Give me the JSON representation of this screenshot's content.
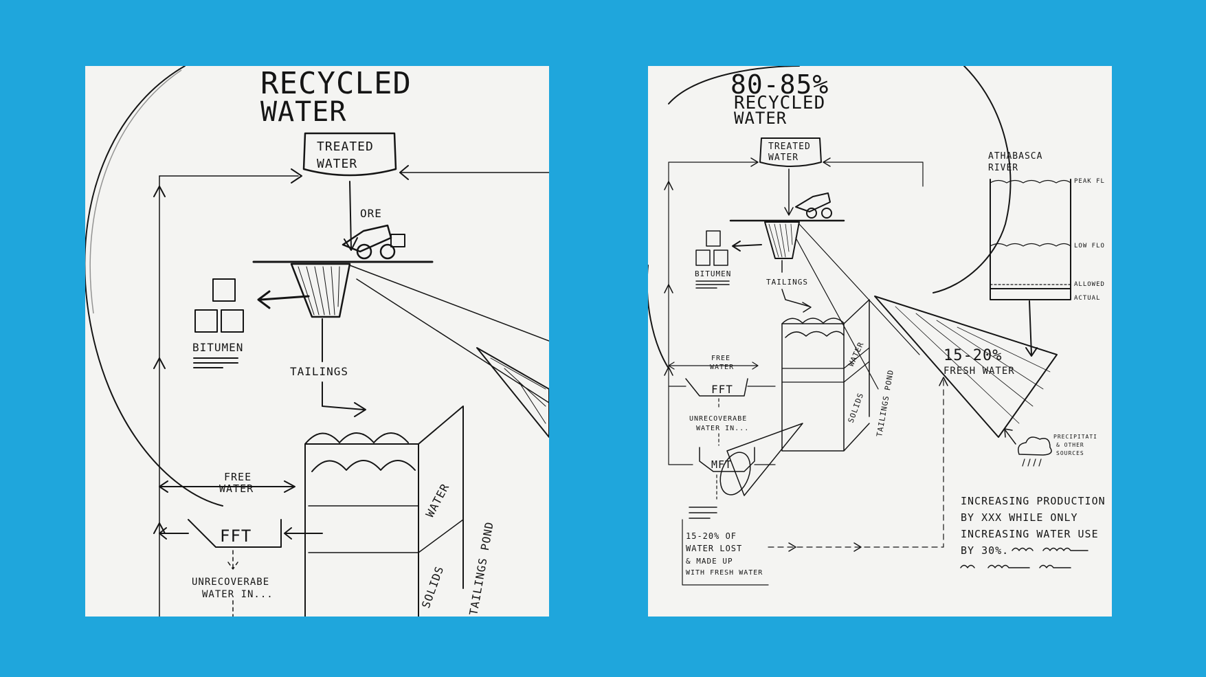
{
  "colors": {
    "background": "#1fa6dc",
    "paper": "#f4f4f2",
    "ink": "#151515"
  },
  "left_sketch": {
    "title_line1": "RECYCLED",
    "title_line2": "WATER",
    "treated_line1": "TREATED",
    "treated_line2": "WATER",
    "ore": "ORE",
    "bitumen": "BITUMEN",
    "tailings": "TAILINGS",
    "free_line1": "FREE",
    "free_line2": "WATER",
    "fft": "FFT",
    "water": "WATER",
    "solids": "SOLIDS",
    "tailings_pond": "TAILINGS POND",
    "unrec_line1": "UNRECOVERABE",
    "unrec_line2": "WATER IN..."
  },
  "right_sketch": {
    "percent": "80-85%",
    "title_line1": "RECYCLED",
    "title_line2": "WATER",
    "treated_line1": "TREATED",
    "treated_line2": "WATER",
    "bitumen": "BITUMEN",
    "tailings": "TAILINGS",
    "free_line1": "FREE",
    "free_line2": "WATER",
    "fft": "FFT",
    "unrec_line1": "UNRECOVERABE",
    "unrec_line2": "WATER IN...",
    "mft": "MFT",
    "water": "WATER",
    "solids": "SOLIDS",
    "tailings_pond": "TAILINGS POND",
    "lost_line1": "15-20% OF",
    "lost_line2": "WATER LOST",
    "lost_line3": "& MADE UP",
    "lost_line4": "WITH FRESH WATER",
    "river_line1": "ATHABASCA",
    "river_line2": "RIVER",
    "peak_flow": "PEAK FL",
    "low_flow": "LOW FLO",
    "allowed": "ALLOWED",
    "actual": "ACTUAL",
    "fresh_pct": "15-20%",
    "fresh_water": "FRESH WATER",
    "precip_line1": "PRECIPITATI",
    "precip_line2": "& OTHER",
    "precip_line3": "SOURCES",
    "note_line1": "INCREASING PRODUCTION",
    "note_line2": "BY XXX WHILE ONLY",
    "note_line3": "INCREASING WATER USE",
    "note_line4": "BY 30%."
  }
}
